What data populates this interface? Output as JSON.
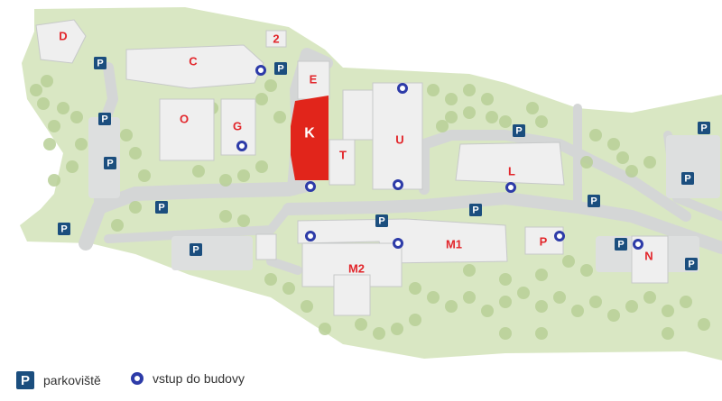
{
  "buildings": [
    {
      "id": "D",
      "label": "D"
    },
    {
      "id": "2",
      "label": "2"
    },
    {
      "id": "C",
      "label": "C"
    },
    {
      "id": "E",
      "label": "E"
    },
    {
      "id": "O",
      "label": "O"
    },
    {
      "id": "G",
      "label": "G"
    },
    {
      "id": "K",
      "label": "K",
      "highlighted": true
    },
    {
      "id": "T",
      "label": "T"
    },
    {
      "id": "U",
      "label": "U"
    },
    {
      "id": "L",
      "label": "L"
    },
    {
      "id": "M1",
      "label": "M1"
    },
    {
      "id": "M2",
      "label": "M2"
    },
    {
      "id": "P",
      "label": "P"
    },
    {
      "id": "N",
      "label": "N"
    }
  ],
  "parking_symbol": "P",
  "legend": {
    "parking_label": "parkoviště",
    "entrance_label": "vstup do budovy"
  },
  "colors": {
    "grass": "#d9e7c3",
    "road": "#d6d8d8",
    "building": "#eeeeee",
    "highlight": "#e1251b",
    "label": "#e2262b",
    "parking": "#1b4e7e",
    "entrance": "#2d3ba8",
    "tree": "#b8d29a"
  }
}
